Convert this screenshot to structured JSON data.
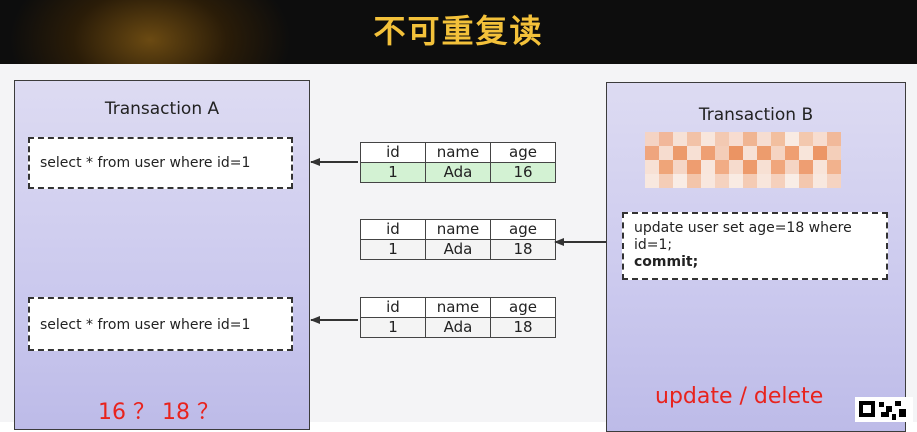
{
  "banner": {
    "title": "不可重复读"
  },
  "transaction_a": {
    "title": "Transaction A",
    "query_1": "select * from user where id=1",
    "query_2": "select * from user where id=1",
    "question": "16 ？ 18 ？"
  },
  "transaction_b": {
    "title": "Transaction B",
    "update_line_1": "update user set age=18 where",
    "update_line_2": "id=1;",
    "update_line_3": "commit;",
    "footer": "update / delete"
  },
  "tables": [
    {
      "headers": [
        "id",
        "name",
        "age"
      ],
      "row": [
        "1",
        "Ada",
        "16"
      ],
      "highlight": true
    },
    {
      "headers": [
        "id",
        "name",
        "age"
      ],
      "row": [
        "1",
        "Ada",
        "18"
      ],
      "highlight": false
    },
    {
      "headers": [
        "id",
        "name",
        "age"
      ],
      "row": [
        "1",
        "Ada",
        "18"
      ],
      "highlight": false
    }
  ],
  "colors": {
    "banner_title": "#f3c13a",
    "highlight_row": "#d3f2d3",
    "red_text": "#e8231d"
  }
}
